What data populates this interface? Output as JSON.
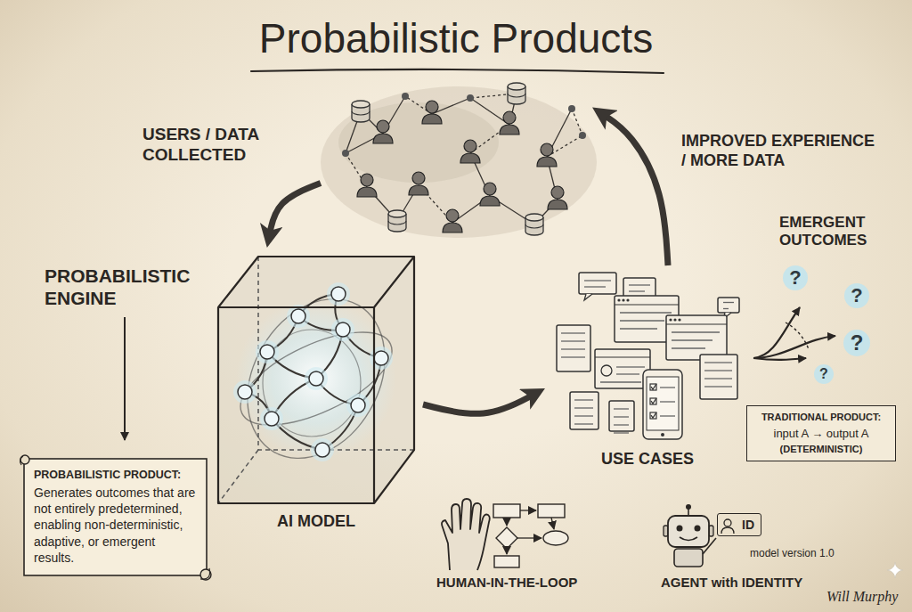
{
  "diagram": {
    "title": "Probabilistic Products",
    "nodes": [
      {
        "text": [
          "USERS / DATA COLLECTED"
        ]
      },
      {
        "text": [
          "AI MODEL"
        ]
      },
      {
        "text": [
          "USE CASES"
        ]
      },
      {
        "text": [
          "TRADITIONAL PRODUCT:",
          "input A → output A",
          "(DETERMINISTIC)"
        ]
      },
      {
        "text": [
          "PROBABILISTIC PRODUCT:",
          "Generates outcomes that are not entirely predetermined, enabling non-deterministic, adaptive, or emergent results."
        ]
      },
      {
        "text": [
          "ID"
        ]
      }
    ],
    "edges": [
      {
        "from": 0,
        "to": 1,
        "arrow": "to"
      },
      {
        "from": 1,
        "to": 2,
        "arrow": "to"
      },
      {
        "from": 2,
        "to": 0,
        "arrow": "to",
        "label": "IMPROVED EXPERIENCE / MORE DATA"
      }
    ],
    "labels": [
      "PROBABILISTIC ENGINE",
      "EMERGENT OUTCOMES",
      "?",
      "?",
      "?",
      "?",
      "HUMAN-IN-THE-LOOP",
      "AGENT with IDENTITY",
      "model version 1.0",
      "Will Murphy"
    ]
  }
}
